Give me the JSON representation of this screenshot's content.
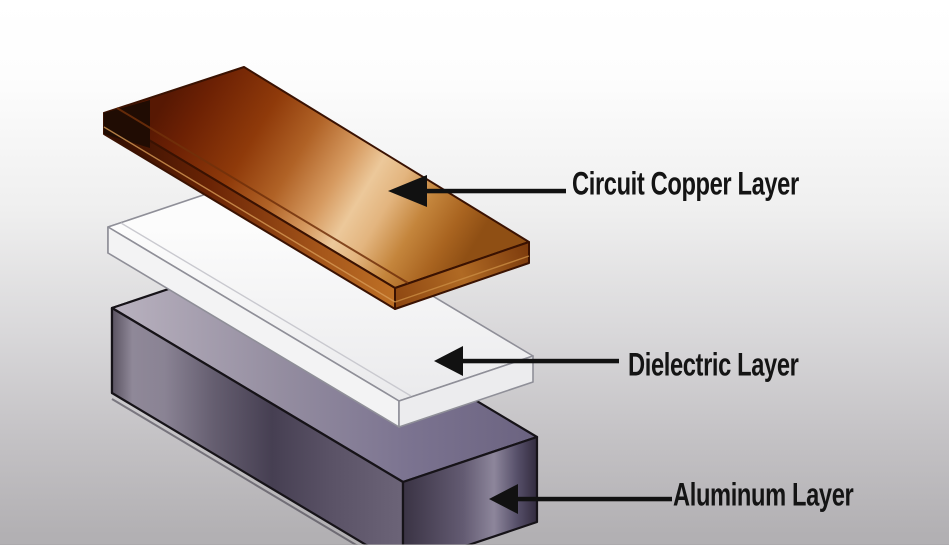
{
  "scene": {
    "kind": "exploded-layer-diagram",
    "layers": [
      {
        "id": "circuit-copper-layer",
        "label": "Circuit Copper Layer",
        "fill": "#b5651d",
        "fill_dark": "#6d2104",
        "fill_highlight": "#ecc89a"
      },
      {
        "id": "dielectric-layer",
        "label": "Dielectric Layer",
        "fill": "#f3f3f4",
        "outline": "#8f8f98"
      },
      {
        "id": "aluminum-layer",
        "label": "Aluminum Layer",
        "fill": "#5a5266",
        "fill_light": "#938c9e"
      }
    ],
    "arrow": {
      "name": "left-arrow",
      "color": "#111111"
    },
    "text_color": "#141414",
    "background": {
      "top": "#ffffff",
      "bottom": "#b1afb2",
      "bottom_strip": "#ffffff"
    }
  }
}
